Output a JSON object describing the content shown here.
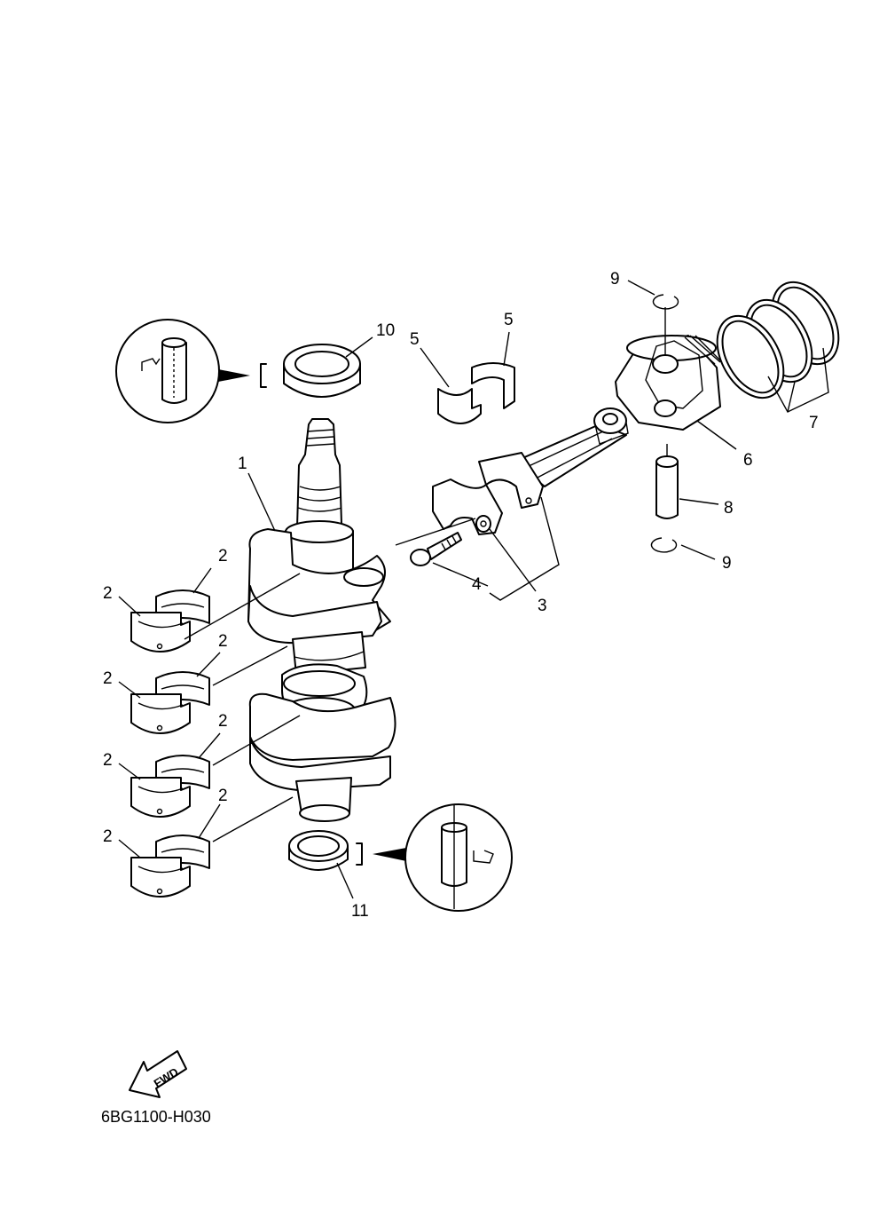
{
  "callouts": {
    "c1": "1",
    "c2": "2",
    "c3": "3",
    "c4": "4",
    "c5": "5",
    "c6": "6",
    "c7": "7",
    "c8": "8",
    "c9": "9",
    "c10": "10",
    "c11": "11"
  },
  "fwd_label": "FWD",
  "diagram_code": "6BG1100-H030"
}
